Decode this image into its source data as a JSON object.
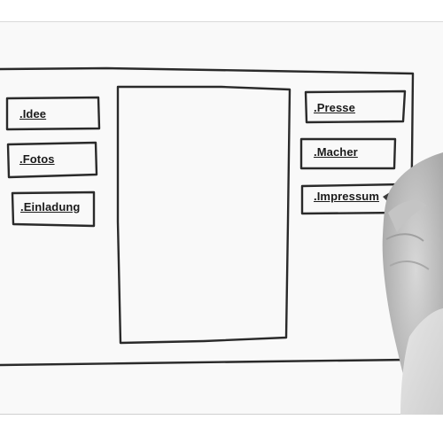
{
  "nav_left": [
    {
      "label": ".Idee"
    },
    {
      "label": ".Fotos"
    },
    {
      "label": ".Einladung"
    }
  ],
  "nav_right": [
    {
      "label": ".Presse"
    },
    {
      "label": ".Macher"
    },
    {
      "label": ".Impressum"
    }
  ],
  "colors": {
    "ink": "#2a2a2a",
    "paper": "#f9f9f9",
    "hand": "#cfcfcf"
  }
}
